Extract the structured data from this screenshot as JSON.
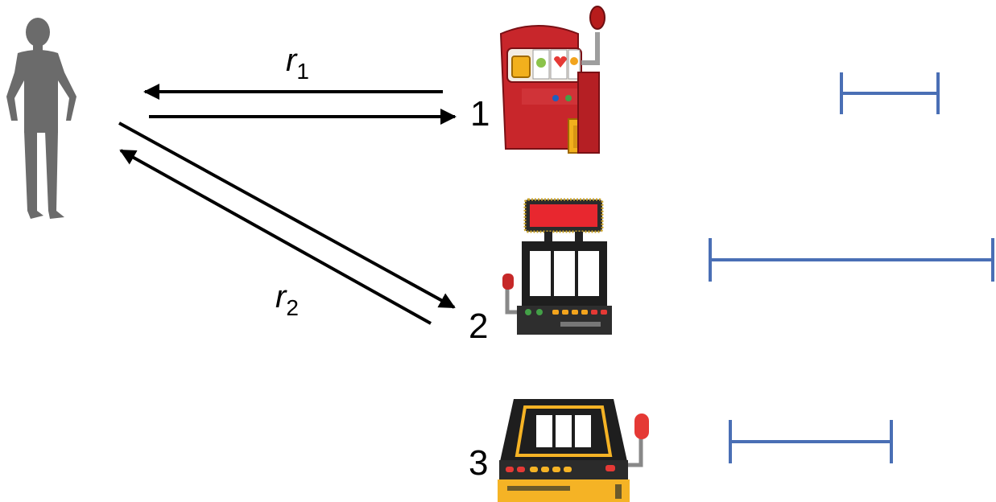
{
  "figure": {
    "agent": {
      "icon": "person-silhouette-icon"
    },
    "reward_labels": {
      "r1": {
        "symbol": "r",
        "subscript": "1"
      },
      "r2": {
        "symbol": "r",
        "subscript": "2"
      }
    },
    "arms": [
      {
        "number": "1",
        "icon": "slot-machine-red-icon",
        "interval": "medium"
      },
      {
        "number": "2",
        "icon": "slot-machine-black-icon",
        "interval": "wide"
      },
      {
        "number": "3",
        "icon": "slot-machine-yellow-icon",
        "interval": "medium-wide"
      }
    ],
    "colors": {
      "interval": "#4a6fb5",
      "arrows": "#000000",
      "person": "#6b6b6b",
      "machine1_body": "#c8262b",
      "machine2_body": "#1e1e1e",
      "machine3_body": "#f5b325"
    }
  }
}
